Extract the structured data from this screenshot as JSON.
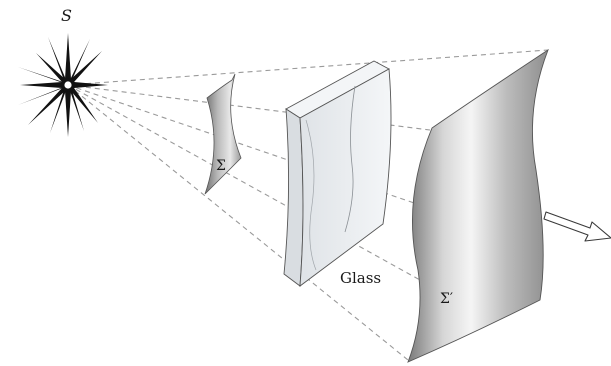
{
  "figure": {
    "labels": {
      "source": "S",
      "initial_wavefront": "Σ",
      "glass": "Glass",
      "final_wavefront": "Σ′"
    },
    "icons": {
      "source": "star-burst-icon",
      "direction": "hollow-arrow-icon"
    },
    "colors": {
      "ray_dash": "#9a9a9a",
      "outline": "#3a3a3a",
      "glass_face": "#e9ecef",
      "surface_gray": "#8c8c8c"
    }
  }
}
